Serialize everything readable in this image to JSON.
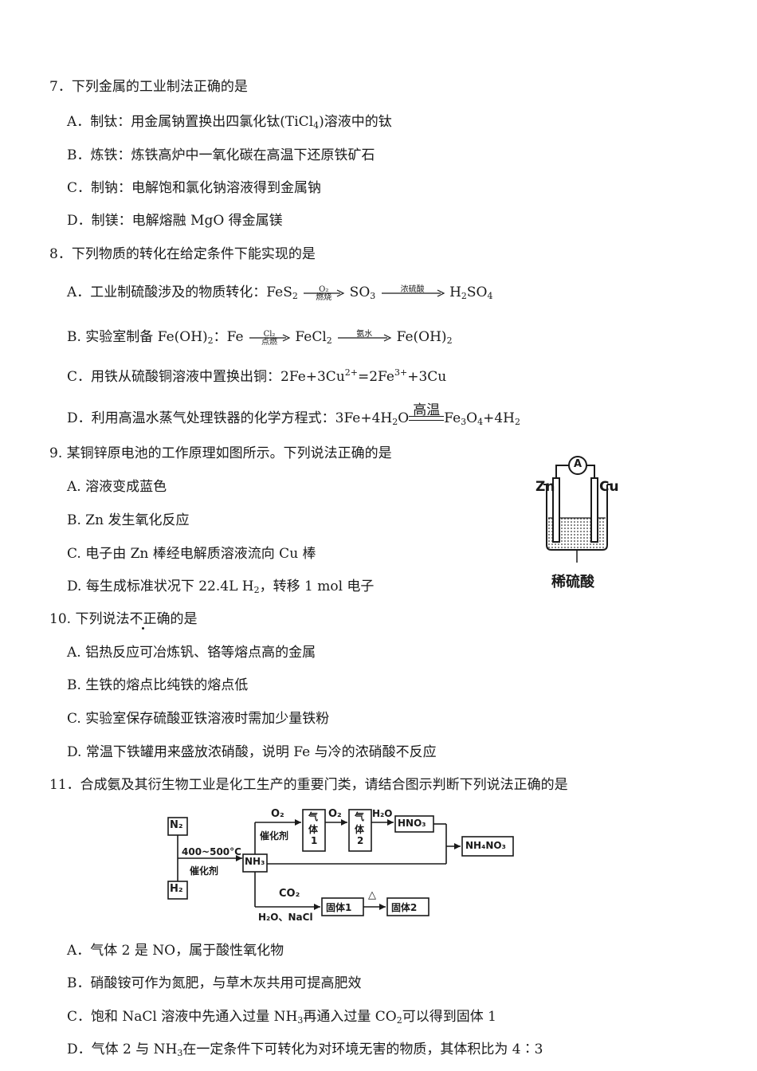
{
  "q7": {
    "stem": "7．下列金属的工业制法正确的是",
    "a": "A．制钛：用金属钠置换出四氯化钛(TiCl",
    "a_sub": "4",
    "a_tail": ")溶液中的钛",
    "b": "B．炼铁：炼铁高炉中一氧化碳在高温下还原铁矿石",
    "c": "C．制钠：电解饱和氯化钠溶液得到金属钠",
    "d": "D．制镁：电解熔融 MgO 得金属镁"
  },
  "q8": {
    "stem": "8．下列物质的转化在给定条件下能实现的是",
    "a_prefix": "A．工业制硫酸涉及的物质转化：FeS",
    "a_sub1": "2",
    "a_arrow1_top": "O₂",
    "a_arrow1_bottom": "燃烧",
    "a_mid": "SO",
    "a_sub2": "3",
    "a_arrow2_top": "浓硫酸",
    "a_end": "H",
    "a_end_sub1": "2",
    "a_end2": "SO",
    "a_end_sub2": "4",
    "b_prefix": "B. 实验室制备 Fe(OH)",
    "b_sub0": "2",
    "b_colon": "：Fe",
    "b_arrow1_top": "Cl₂",
    "b_arrow1_bottom": "点燃",
    "b_mid": "FeCl",
    "b_sub1": "2",
    "b_arrow2_top": "氨水",
    "b_end": "Fe(OH)",
    "b_end_sub": "2",
    "c_prefix": "C．用铁从硫酸铜溶液中置换出铜：2Fe+3Cu",
    "c_sup1": "2+",
    "c_mid": "=2Fe",
    "c_sup2": "3+",
    "c_end": "+3Cu",
    "d_prefix": "D．利用高温水蒸气处理铁器的化学方程式：3Fe+4H",
    "d_sub1": "2",
    "d_o": "O",
    "d_cond": "高温",
    "d_fe": "Fe",
    "d_sub2": "3",
    "d_o2": "O",
    "d_sub3": "4",
    "d_h": "+4H",
    "d_sub4": "2"
  },
  "q9": {
    "stem": "9. 某铜锌原电池的工作原理如图所示。下列说法正确的是",
    "a": "A. 溶液变成蓝色",
    "b": "B. Zn 发生氧化反应",
    "c": "C. 电子由 Zn 棒经电解质溶液流向 Cu 棒",
    "d_prefix": "D. 每生成标准状况下 22.4L H",
    "d_sub": "2",
    "d_tail": "，转移 1 mol 电子",
    "diagram": {
      "ammeter": "A",
      "left_electrode": "Zn",
      "right_electrode": "Cu",
      "electrolyte": "稀硫酸"
    }
  },
  "q10": {
    "stem": "10. 下列说法不正确的是",
    "a": "A. 铝热反应可冶炼钒、铬等熔点高的金属",
    "b": "B. 生铁的熔点比纯铁的熔点低",
    "c": "C. 实验室保存硫酸亚铁溶液时需加少量铁粉",
    "d": "D. 常温下铁罐用来盛放浓硝酸，说明 Fe 与冷的浓硝酸不反应"
  },
  "q11": {
    "stem": "11．合成氨及其衍生物工业是化工生产的重要门类，请结合图示判断下列说法正确的是",
    "a": "A．气体 2 是 NO，属于酸性氧化物",
    "b": "B．硝酸铵可作为氮肥，与草木灰共用可提高肥效",
    "c_prefix": "C．饱和 NaCl 溶液中先通入过量 NH",
    "c_sub1": "3",
    "c_mid": "再通入过量 CO",
    "c_sub2": "2",
    "c_tail": "可以得到固体 1",
    "d_prefix": "D．气体 2 与 NH",
    "d_sub": "3",
    "d_tail": "在一定条件下可转化为对环境无害的物质，其体积比为 4∶3",
    "flow": {
      "n2": "N₂",
      "h2": "H₂",
      "condition_top": "400~500°C",
      "condition_bottom": "催化剂",
      "nh3": "NH₃",
      "o2_first": "O₂",
      "catalyst": "催化剂",
      "gas1_line1": "气",
      "gas1_line2": "体",
      "gas1_line3": "1",
      "o2_second": "O₂",
      "gas2_line1": "气",
      "gas2_line2": "体",
      "gas2_line3": "2",
      "h2o": "H₂O",
      "hno3": "HNO₃",
      "nh4no3": "NH₄NO₃",
      "co2": "CO₂",
      "h2o_nacl": "H₂O、NaCl",
      "solid1": "固体1",
      "heat": "△",
      "solid2": "固体2"
    }
  }
}
